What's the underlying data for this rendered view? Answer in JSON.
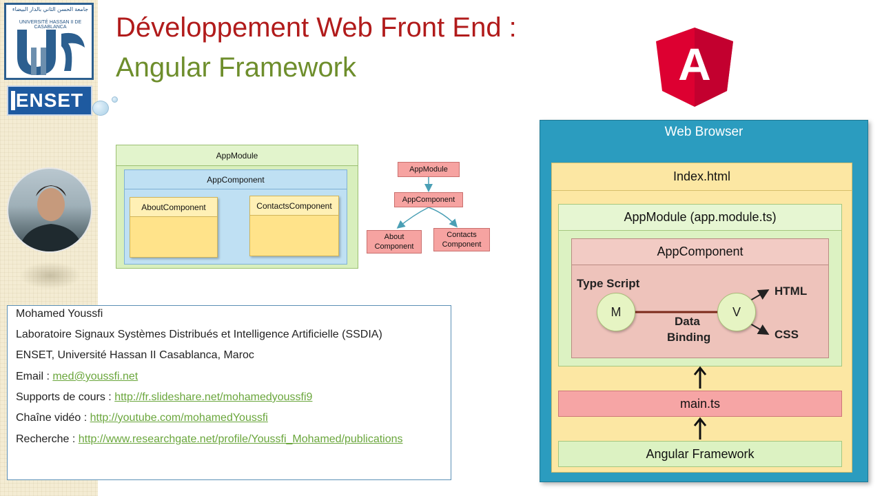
{
  "colors": {
    "title_red": "#b11b1b",
    "title_green": "#6e8e2c",
    "angular_red": "#dd0031",
    "browser_blue": "#2b9cbf",
    "index_yellow": "#fce7a3",
    "module_green": "#dcf2c2",
    "component_pink": "#eec3bb",
    "main_pink": "#f6a5a5",
    "link_green": "#6aa63c"
  },
  "sidebar": {
    "university_arabic": "جامعة الحسن الثاني بالدار البيضاء",
    "university_name": "UNIVERSITÉ HASSAN II DE CASABLANCA",
    "uh_letters": "UH",
    "enset_label": "ENSET"
  },
  "title": {
    "line1": "Développement Web Front End :",
    "line2": "Angular Framework"
  },
  "angular_logo": {
    "letter": "A"
  },
  "left_diagram": {
    "app_module": "AppModule",
    "app_component": "AppComponent",
    "about_component": "AboutComponent",
    "contacts_component": "ContactsComponent"
  },
  "tree": {
    "root": "AppModule",
    "child": "AppComponent",
    "leaf1_line1": "About",
    "leaf1_line2": "Component",
    "leaf2_line1": "Contacts",
    "leaf2_line2": "Component"
  },
  "info": {
    "name": "Mohamed Youssfi",
    "lab": "Laboratoire Signaux Systèmes Distribués et Intelligence Artificielle (SSDIA)",
    "school": "ENSET, Université Hassan II Casablanca, Maroc",
    "email_label": "Email : ",
    "email": "med@youssfi.net",
    "courses_label": "Supports de cours : ",
    "courses_url": "http://fr.slideshare.net/mohamedyoussfi9",
    "video_label": "Chaîne vidéo : ",
    "video_url": "http://youtube.com/mohamedYoussfi",
    "research_label": "Recherche : ",
    "research_url": "http://www.researchgate.net/profile/Youssfi_Mohamed/publications"
  },
  "right_diagram": {
    "browser": "Web Browser",
    "index": "Index.html",
    "app_module": "AppModule (app.module.ts)",
    "app_component": "AppComponent",
    "type_script": "Type Script",
    "model": "M",
    "view": "V",
    "html": "HTML",
    "css": "CSS",
    "binding_line1": "Data",
    "binding_line2": "Binding",
    "main": "main.ts",
    "framework": "Angular Framework"
  }
}
